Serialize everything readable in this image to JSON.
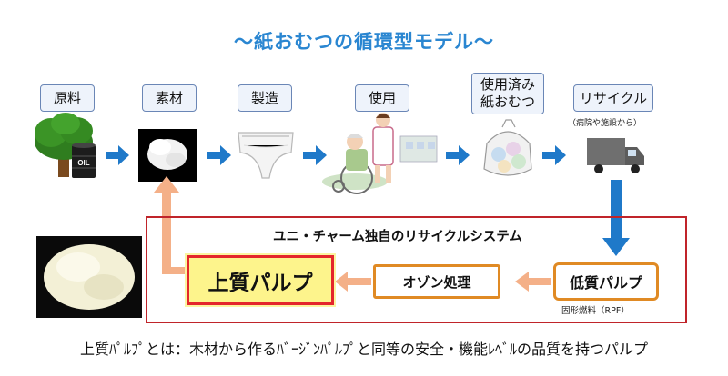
{
  "title": "〜紙おむつの循環型モデル〜",
  "steps": [
    {
      "label": "原料"
    },
    {
      "label": "素材"
    },
    {
      "label": "製造"
    },
    {
      "label": "使用"
    },
    {
      "label": "使用済み\n紙おむつ"
    },
    {
      "label": "リサイクル",
      "note": "（病院や施設から）"
    }
  ],
  "oil_text": "OIL",
  "system_title": "ユニ・チャーム独自のリサイクルシステム",
  "low_pulp": "低質パルプ",
  "low_pulp_note": "固形燃料（RPF）",
  "ozone": "オゾン処理",
  "high_pulp": "上質パルプ",
  "footer": "上質ﾊﾟﾙﾌﾟとは：木材から作るﾊﾞｰｼﾞﾝﾊﾟﾙﾌﾟと同等の安全・機能ﾚﾍﾞﾙの品質を持つパルプ",
  "colors": {
    "title": "#2a86d1",
    "arrow_blue": "#1f79c9",
    "arrow_orange": "#f4b088",
    "frame_red": "#c0242a",
    "box_orange": "#e08a24",
    "highlight_yellow": "#fdf48c"
  }
}
